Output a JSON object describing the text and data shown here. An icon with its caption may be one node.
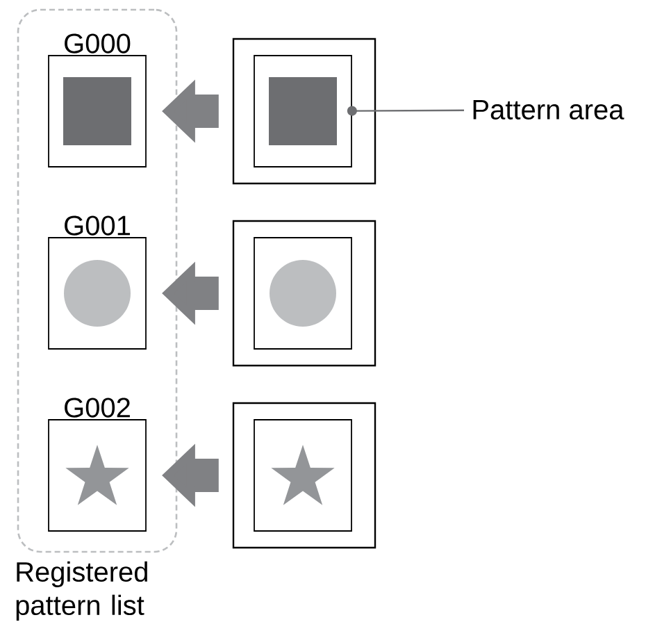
{
  "diagram": {
    "nodes": [
      {
        "text": [
          "Registered pattern list"
        ]
      },
      {
        "text": [
          "G000"
        ],
        "in": 0
      },
      {
        "text": [
          "G001"
        ],
        "in": 0
      },
      {
        "text": [
          "G002"
        ],
        "in": 0
      },
      {
        "text": [],
        "shape": "box"
      },
      {
        "text": [],
        "shape": "box",
        "in": 4
      },
      {
        "text": [],
        "shape": "box"
      },
      {
        "text": [],
        "shape": "box",
        "in": 6
      },
      {
        "text": [],
        "shape": "box"
      },
      {
        "text": [],
        "shape": "box",
        "in": 8
      },
      {
        "text": [
          "Pattern area"
        ]
      }
    ],
    "edges": [
      {
        "from": 4,
        "to": 1,
        "arrow": "to"
      },
      {
        "from": 6,
        "to": 2,
        "arrow": "to"
      },
      {
        "from": 8,
        "to": 3,
        "arrow": "to"
      },
      {
        "from": 10,
        "to": 5,
        "arrow": "other"
      }
    ]
  }
}
